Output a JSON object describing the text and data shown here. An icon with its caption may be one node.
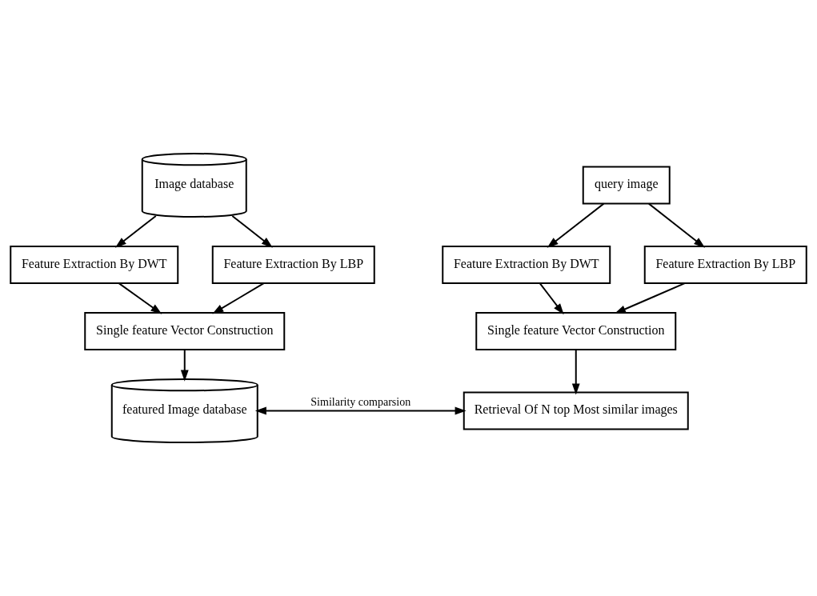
{
  "diagram": {
    "nodes": [
      {
        "text": [
          "Image database"
        ]
      },
      {
        "text": [
          "Feature Extraction By DWT"
        ]
      },
      {
        "text": [
          "Feature Extraction By LBP"
        ]
      },
      {
        "text": [
          "Single feature Vector Construction"
        ]
      },
      {
        "text": [
          "featured Image database"
        ]
      },
      {
        "text": [
          "query image"
        ]
      },
      {
        "text": [
          "Feature Extraction By DWT"
        ]
      },
      {
        "text": [
          "Feature Extraction By LBP"
        ]
      },
      {
        "text": [
          "Single feature Vector Construction"
        ]
      },
      {
        "text": [
          "Retrieval Of N top Most similar images"
        ]
      }
    ],
    "edges": [
      {
        "from": 0,
        "to": 1,
        "arrow": "to"
      },
      {
        "from": 0,
        "to": 2,
        "arrow": "to"
      },
      {
        "from": 1,
        "to": 3,
        "arrow": "to"
      },
      {
        "from": 2,
        "to": 3,
        "arrow": "to"
      },
      {
        "from": 3,
        "to": 4,
        "arrow": "to"
      },
      {
        "from": 5,
        "to": 6,
        "arrow": "to"
      },
      {
        "from": 5,
        "to": 7,
        "arrow": "to"
      },
      {
        "from": 6,
        "to": 8,
        "arrow": "to"
      },
      {
        "from": 7,
        "to": 8,
        "arrow": "to"
      },
      {
        "from": 8,
        "to": 9,
        "arrow": "to"
      },
      {
        "from": 4,
        "to": 9,
        "arrow": "both",
        "label": "Similarity comparsion"
      }
    ]
  }
}
